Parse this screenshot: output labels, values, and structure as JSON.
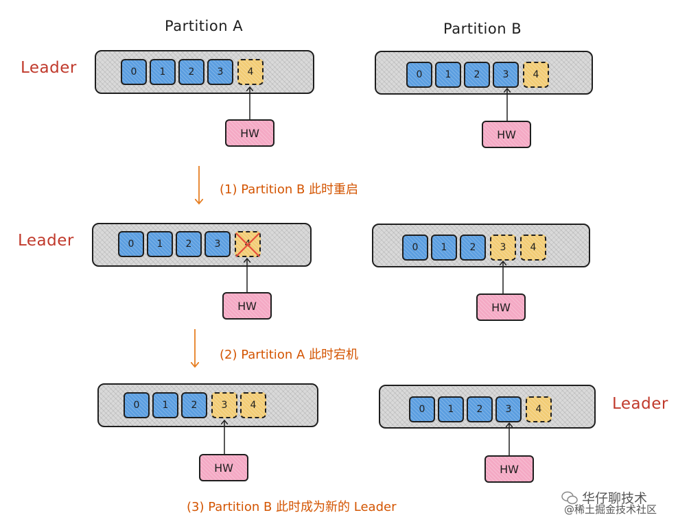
{
  "titles": {
    "partition_a": "Partition A",
    "partition_b": "Partition B"
  },
  "leader_label": "Leader",
  "hw_label": "HW",
  "cell_numbers": [
    "0",
    "1",
    "2",
    "3",
    "4"
  ],
  "steps": {
    "step1": "(1) Partition B 此时重启",
    "step2": "(2) Partition A 此时宕机",
    "step3": "(3) Partition B 此时成为新的 Leader"
  },
  "watermark": {
    "line1": "华仔聊技术",
    "line2": "@稀土掘金技术社区"
  },
  "colors": {
    "committed": "#5b9ee0",
    "uncommitted": "#f2cc75",
    "hw": "#f4a9c4",
    "leader_text": "#c0392b",
    "step_text": "#d35400",
    "arrow": "#e67e22"
  }
}
